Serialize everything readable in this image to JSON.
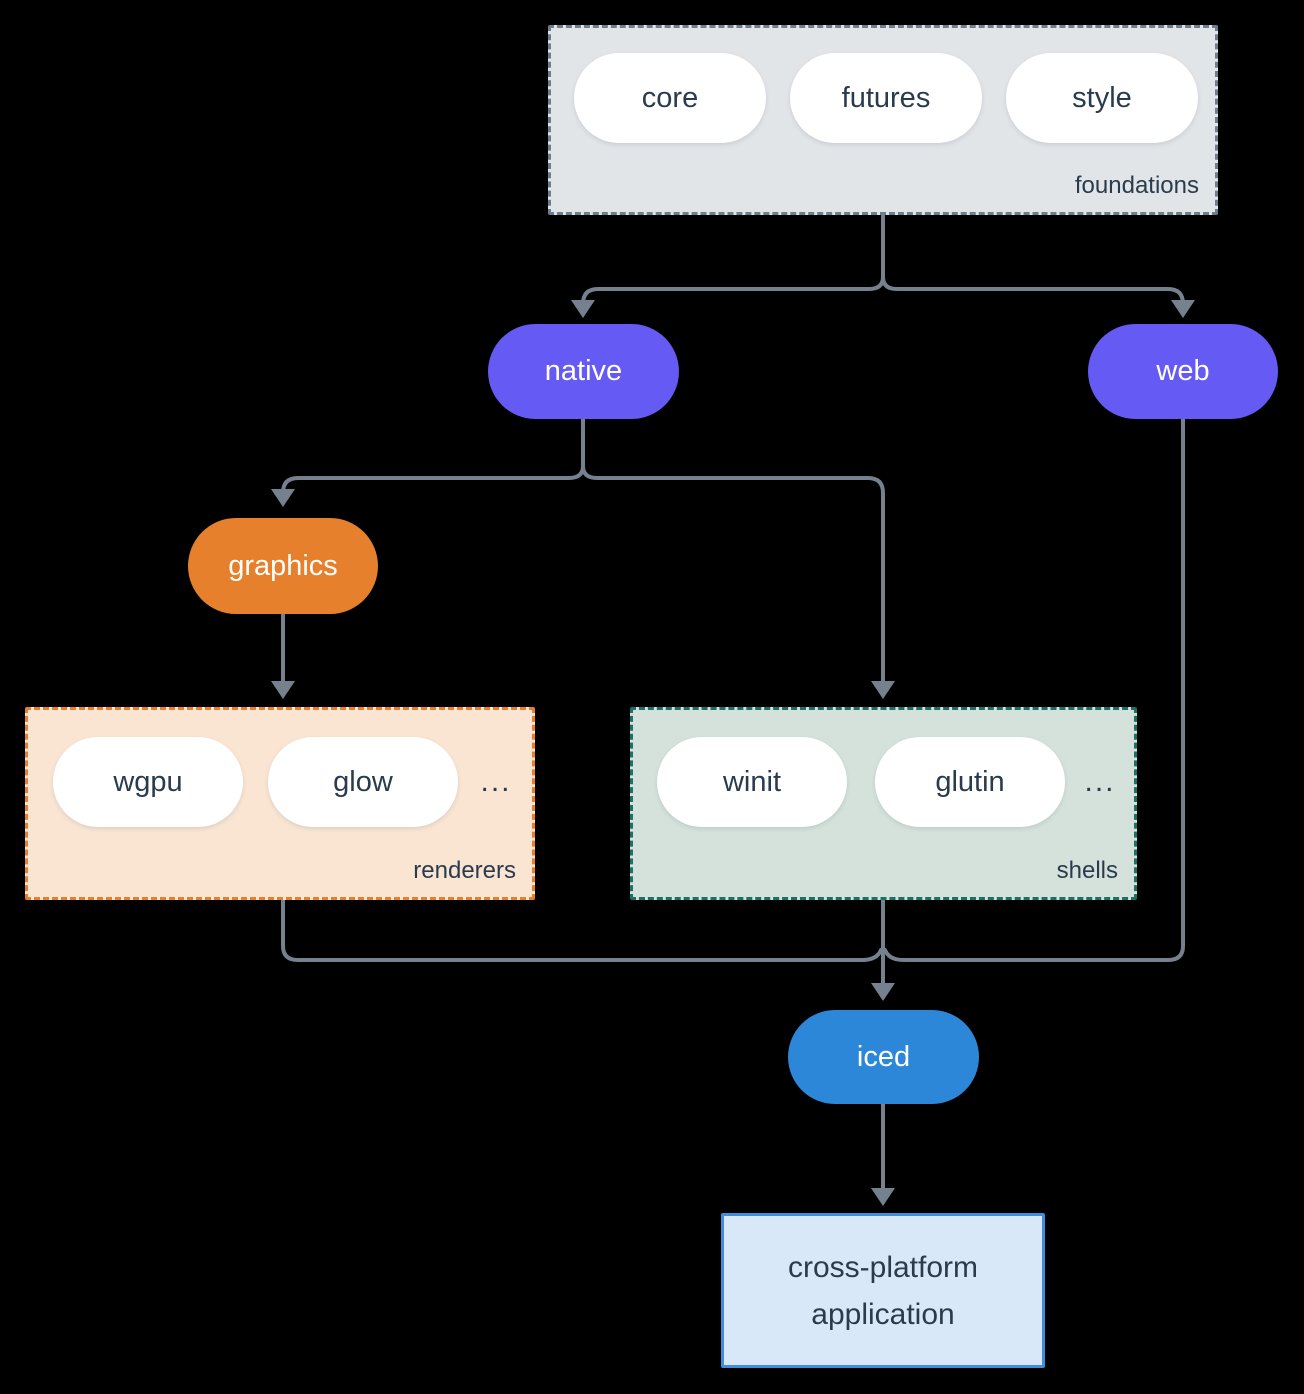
{
  "diagram": {
    "colors": {
      "background": "#000000",
      "connector_line": "#75818E",
      "dark_text": "#2A3B4D",
      "purple_node": "#655AF3",
      "orange_node": "#E6802C",
      "blue_node": "#2D87D8",
      "foundations_bg": "#E1E5E8",
      "foundations_border": "#6F7E8C",
      "renderers_bg": "#FAE5D3",
      "renderers_border": "#E6802C",
      "shells_bg": "#D4E2DB",
      "shells_border": "#1B7163",
      "application_bg": "#D8E8F8",
      "application_border": "#3D8EDC"
    },
    "foundations": {
      "label": "foundations",
      "pills": [
        "core",
        "futures",
        "style"
      ]
    },
    "native": {
      "label": "native"
    },
    "web": {
      "label": "web"
    },
    "graphics": {
      "label": "graphics"
    },
    "renderers": {
      "label": "renderers",
      "pills": [
        "wgpu",
        "glow"
      ],
      "more": "..."
    },
    "shells": {
      "label": "shells",
      "pills": [
        "winit",
        "glutin"
      ],
      "more": "..."
    },
    "iced": {
      "label": "iced"
    },
    "application": {
      "line1": "cross-platform",
      "line2": "application"
    }
  }
}
